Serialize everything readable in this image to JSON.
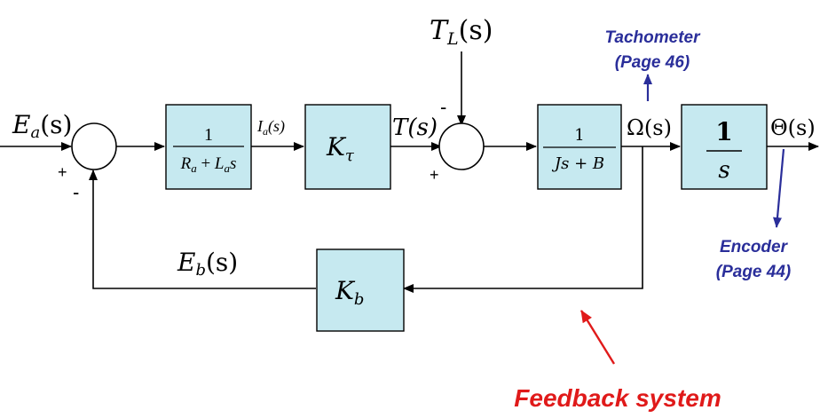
{
  "signals": {
    "ea": "E",
    "ea_sub": "a",
    "ea_arg": "(s)",
    "ia": "I",
    "ia_sub": "a",
    "ia_arg": "(s)",
    "t": "T(s)",
    "tl": "T",
    "tl_sub": "L",
    "tl_arg": "(s)",
    "omega": "Ω(s)",
    "theta": "Θ(s)",
    "eb": "E",
    "eb_sub": "b",
    "eb_arg": "(s)"
  },
  "blocks": {
    "armature": {
      "num": "1",
      "den_r": "R",
      "den_r_sub": "a",
      "den_plus": " + ",
      "den_l": "L",
      "den_l_sub": "a",
      "den_s": "s"
    },
    "torque_const": {
      "label": "K",
      "sub": "τ"
    },
    "mechanical": {
      "num": "1",
      "den": "Js + B"
    },
    "integrator": {
      "num": "1",
      "den": "s"
    },
    "back_emf": {
      "label": "K",
      "sub": "b"
    }
  },
  "signs": {
    "sum1_plus": "+",
    "sum1_minus": "-",
    "sum2_plus": "+",
    "sum2_minus": "-"
  },
  "annotations": {
    "tachometer_line1": "Tachometer",
    "tachometer_line2": "(Page 46)",
    "encoder_line1": "Encoder",
    "encoder_line2": "(Page 44)",
    "feedback": "Feedback system"
  },
  "colors": {
    "block_fill": "#c6e9f0",
    "annotation_blue": "#2a2e9a",
    "annotation_red": "#e01a1a",
    "line": "#000000"
  }
}
